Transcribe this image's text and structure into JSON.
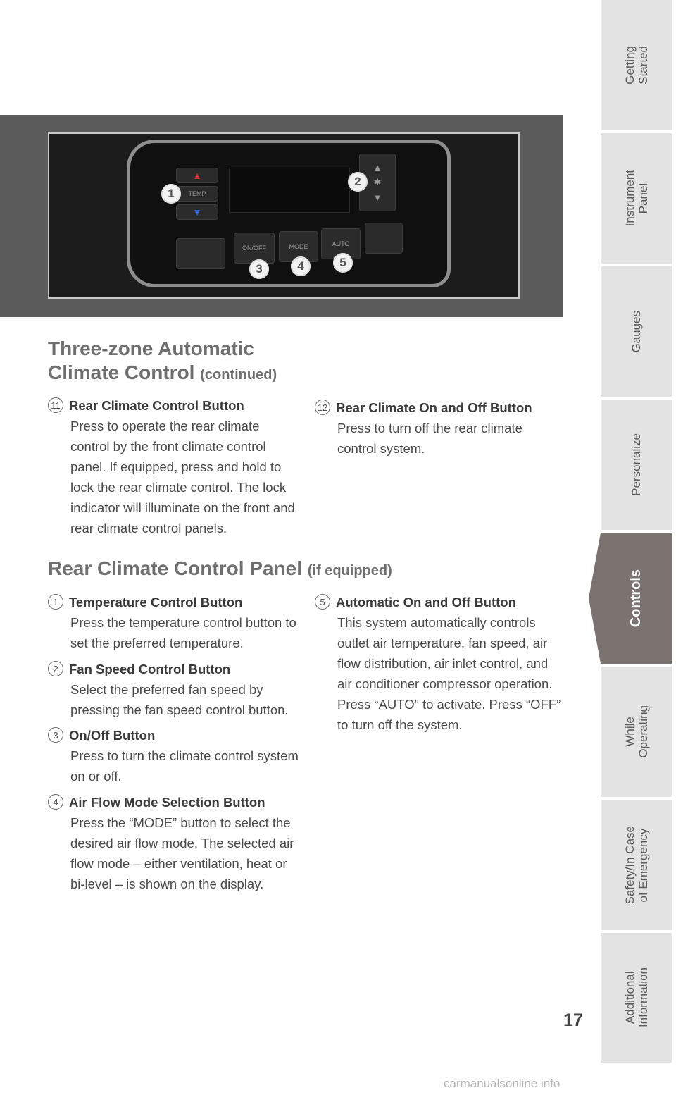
{
  "photo": {
    "buttons": {
      "temp": "TEMP",
      "onoff": "ON/OFF",
      "mode": "MODE",
      "auto": "AUTO"
    },
    "callouts": [
      "1",
      "2",
      "3",
      "4",
      "5"
    ]
  },
  "section1": {
    "heading": "Three-zone Automatic",
    "heading2": "Climate Control",
    "heading_suffix": "(continued)",
    "items": [
      {
        "num": "11",
        "title": "Rear Climate Control Button",
        "body": "Press to operate the rear climate control by the front climate control panel. If equipped, press and hold to lock the rear climate control. The lock indicator will illuminate on the front and rear climate control panels."
      },
      {
        "num": "12",
        "title": "Rear Climate On and Off Button",
        "body": "Press to turn off the rear climate control system."
      }
    ]
  },
  "section2": {
    "heading": "Rear Climate Control Panel",
    "heading_suffix": "(if equipped)",
    "items": [
      {
        "num": "1",
        "title": "Temperature Control Button",
        "body": "Press the temperature control button to set the preferred temperature."
      },
      {
        "num": "2",
        "title": "Fan Speed Control Button",
        "body": "Select the preferred fan speed by pressing the fan speed control button."
      },
      {
        "num": "3",
        "title": "On/Off Button",
        "body": "Press to turn the climate control system on or off."
      },
      {
        "num": "4",
        "title": "Air Flow Mode Selection Button",
        "body": "Press the “MODE” button to select the desired air flow mode. The selected air flow mode – either ventilation, heat or bi-level – is shown on the display."
      },
      {
        "num": "5",
        "title": "Automatic On and Off Button",
        "body": "This system automatically controls outlet air temperature, fan speed, air flow distribution, air inlet control, and air conditioner compressor operation. Press “AUTO” to activate. Press “OFF” to turn off the system."
      }
    ]
  },
  "tabs": [
    {
      "label": "Getting\nStarted",
      "active": false
    },
    {
      "label": "Instrument\nPanel",
      "active": false
    },
    {
      "label": "Gauges",
      "active": false
    },
    {
      "label": "Personalize",
      "active": false
    },
    {
      "label": "Controls",
      "active": true
    },
    {
      "label": "While\nOperating",
      "active": false
    },
    {
      "label": "Safety/In Case\nof Emergency",
      "active": false
    },
    {
      "label": "Additional\nInformation",
      "active": false
    }
  ],
  "page_number": "17",
  "watermark": "carmanualsonline.info"
}
